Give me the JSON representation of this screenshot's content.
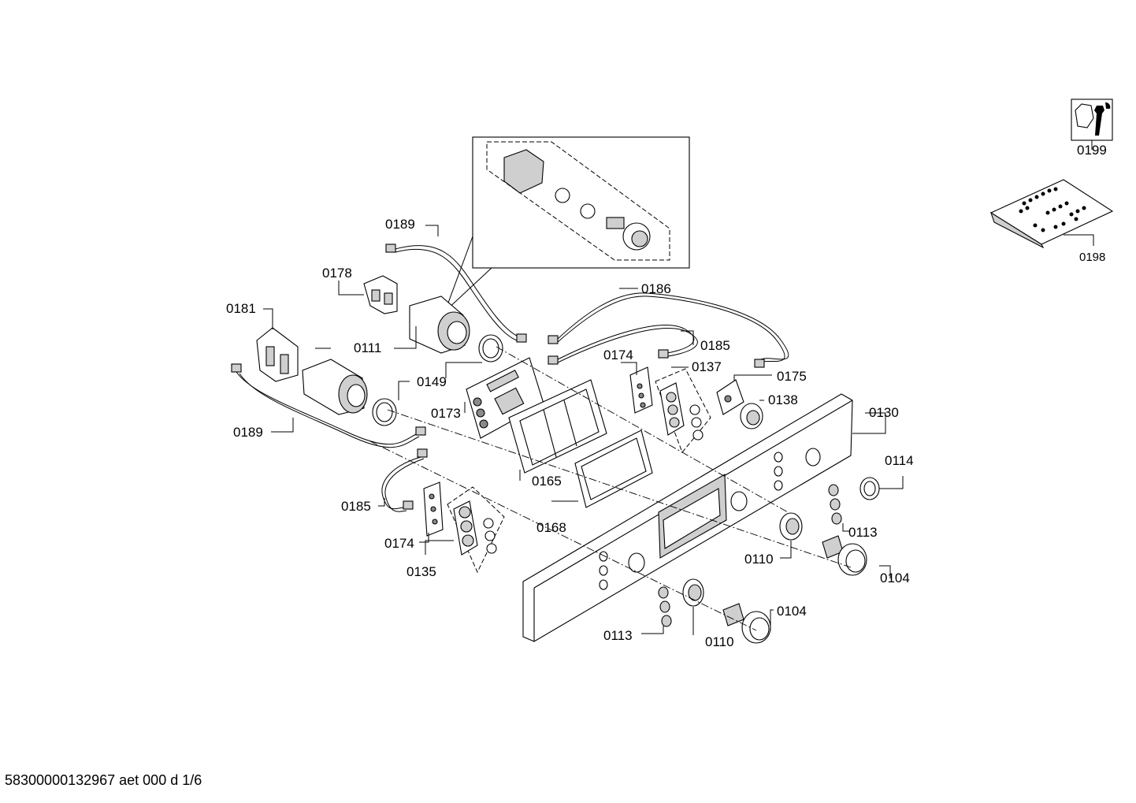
{
  "labels": {
    "l0199": "0199",
    "l0198": "0198",
    "l0189a": "0189",
    "l0178": "0178",
    "l0186": "0186",
    "l0181": "0181",
    "l0111": "0111",
    "l0185a": "0185",
    "l0174a": "0174",
    "l0137": "0137",
    "l0149": "0149",
    "l0175": "0175",
    "l0173": "0173",
    "l0138": "0138",
    "l0130": "0130",
    "l0189b": "0189",
    "l0165": "0165",
    "l0114": "0114",
    "l0185b": "0185",
    "l0168": "0168",
    "l0113a": "0113",
    "l0174b": "0174",
    "l0110a": "0110",
    "l0104a": "0104",
    "l0135": "0135",
    "l0104b": "0104",
    "l0113b": "0113",
    "l0110b": "0110"
  },
  "footer": "58300000132967 aet 000 d 1/6"
}
